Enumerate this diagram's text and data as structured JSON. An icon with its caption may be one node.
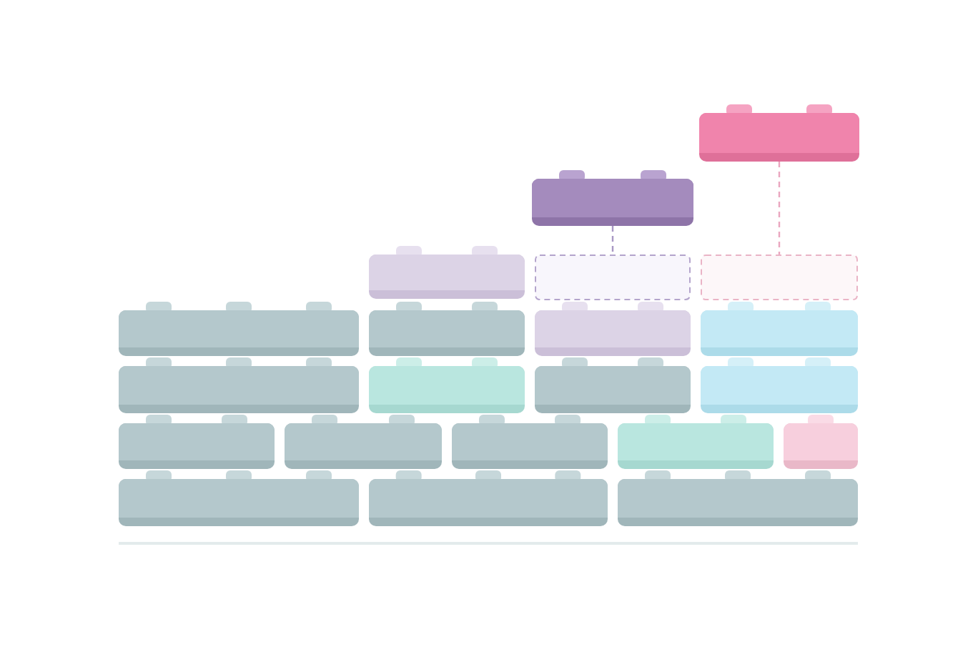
{
  "diagram": {
    "nodes": [
      {
        "text": [],
        "shape": "box"
      },
      {
        "text": [],
        "shape": "box"
      },
      {
        "text": [],
        "shape": "box"
      },
      {
        "text": [],
        "shape": "box"
      },
      {
        "text": [],
        "shape": "box"
      },
      {
        "text": [],
        "shape": "box"
      },
      {
        "text": [],
        "shape": "box"
      },
      {
        "text": [],
        "shape": "box"
      },
      {
        "text": [],
        "shape": "box"
      },
      {
        "text": [],
        "shape": "box"
      },
      {
        "text": [],
        "shape": "box"
      },
      {
        "text": [],
        "shape": "box"
      },
      {
        "text": [],
        "shape": "box"
      },
      {
        "text": [],
        "shape": "box"
      },
      {
        "text": [],
        "shape": "box"
      },
      {
        "text": [],
        "shape": "box"
      },
      {
        "text": [],
        "shape": "box"
      },
      {
        "text": [],
        "shape": "box"
      },
      {
        "text": [],
        "shape": "box"
      },
      {
        "text": [],
        "shape": "box"
      },
      {
        "text": [],
        "shape": "box"
      }
    ],
    "edges": [
      {
        "from": 1,
        "to": 3,
        "arrow": "none",
        "style": "dashed",
        "color": "#a897c4"
      },
      {
        "from": 0,
        "to": 4,
        "arrow": "none",
        "style": "dashed",
        "color": "#eaa6bf"
      }
    ]
  }
}
